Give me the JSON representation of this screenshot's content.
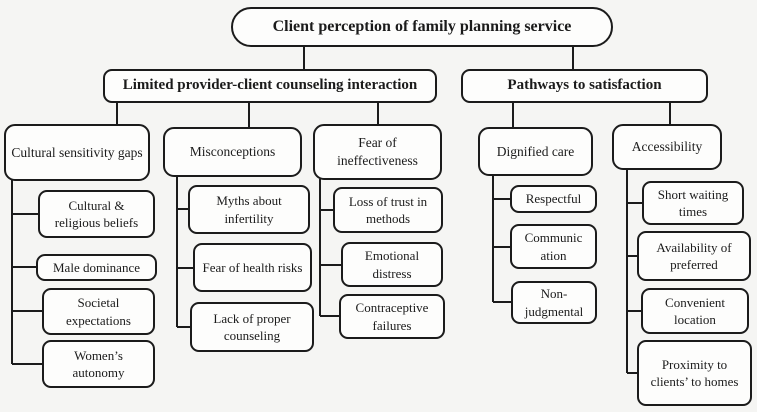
{
  "colors": {
    "ink": "#1b1b1b",
    "paper": "#fdfdfc",
    "background": "#f5f5f3"
  },
  "diagram": {
    "root": {
      "label": "Client perception of family planning service"
    },
    "branches": [
      {
        "label": "Limited provider-client counseling interaction",
        "groups": [
          {
            "label": "Cultural sensitivity gaps",
            "items": [
              "Cultural & religious beliefs",
              "Male dominance",
              "Societal expectations",
              "Women’s autonomy"
            ]
          },
          {
            "label": "Misconceptions",
            "items": [
              "Myths about infertility",
              "Fear of health risks",
              "Lack of proper counseling"
            ]
          },
          {
            "label": "Fear of ineffectiveness",
            "items": [
              "Loss of trust in methods",
              "Emotional distress",
              "Contraceptive failures"
            ]
          }
        ]
      },
      {
        "label": "Pathways to satisfaction",
        "groups": [
          {
            "label": "Dignified care",
            "items": [
              "Respectful",
              "Communic ation",
              "Non-judgmental"
            ]
          },
          {
            "label": "Accessibility",
            "items": [
              "Short waiting times",
              "Availability of preferred",
              "Convenient location",
              "Proximity to clients’ to homes"
            ]
          }
        ]
      }
    ]
  }
}
